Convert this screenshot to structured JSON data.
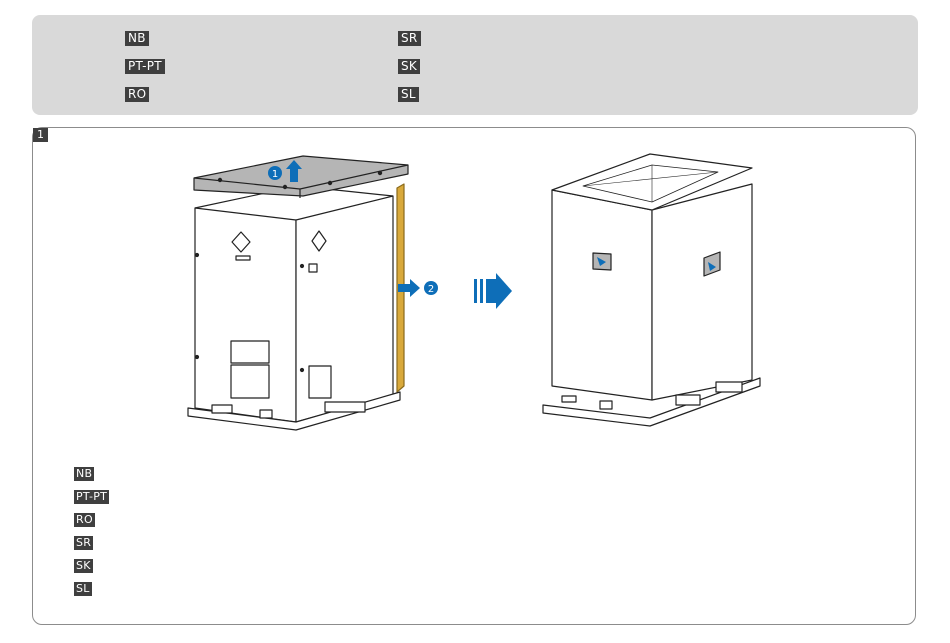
{
  "header_languages": [
    {
      "code": "NB"
    },
    {
      "code": "SR"
    },
    {
      "code": "PT-PT"
    },
    {
      "code": "SK"
    },
    {
      "code": "RO"
    },
    {
      "code": "SL"
    }
  ],
  "step": {
    "number": "1",
    "callouts": [
      "1",
      "2"
    ]
  },
  "legend_languages": [
    {
      "code": "NB"
    },
    {
      "code": "PT-PT"
    },
    {
      "code": "RO"
    },
    {
      "code": "SR"
    },
    {
      "code": "SK"
    },
    {
      "code": "SL"
    }
  ],
  "colors": {
    "tag_bg": "#3f3f3f",
    "header_bg": "#d9d9d9",
    "arrow_blue": "#0e6eb8",
    "wood": "#d9a93b",
    "lid_gray": "#b5b5b5"
  }
}
